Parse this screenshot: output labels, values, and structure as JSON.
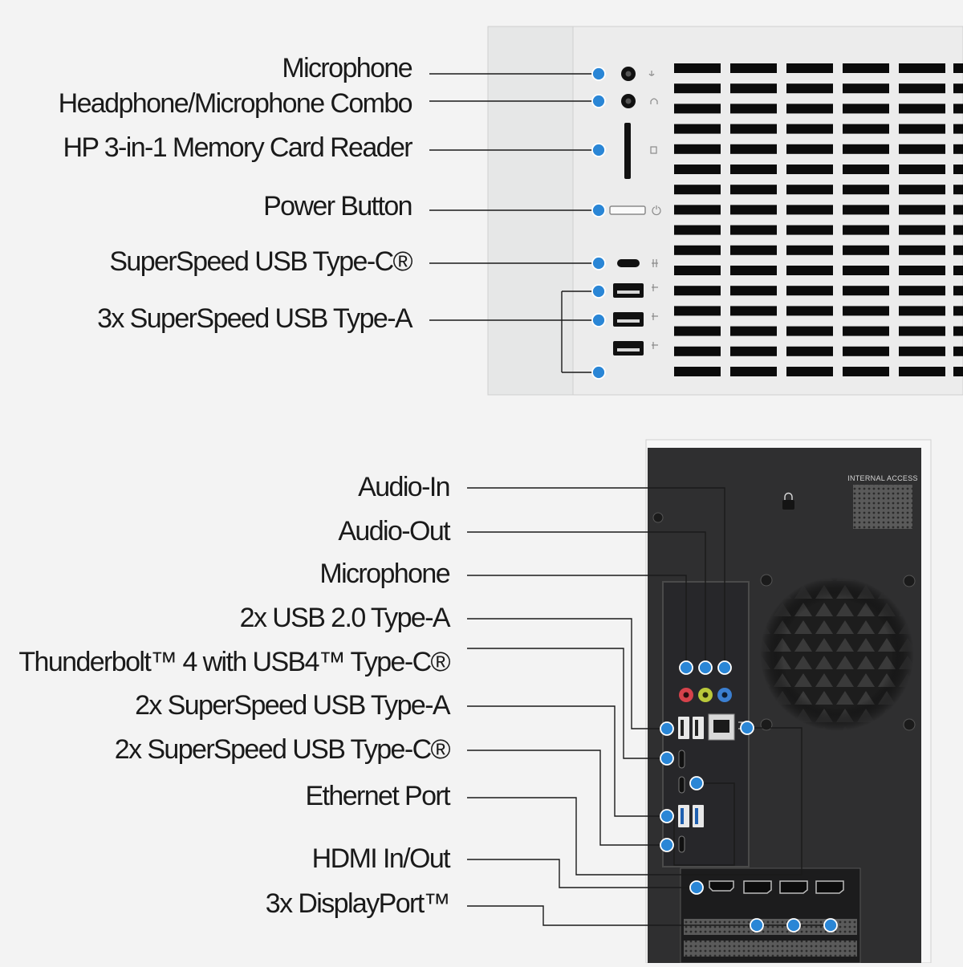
{
  "front_panel": {
    "labels": [
      "Microphone",
      "Headphone/Microphone Combo",
      "HP 3-in-1 Memory Card Reader",
      "Power Button",
      "SuperSpeed USB Type-C®",
      "3x SuperSpeed USB Type-A"
    ]
  },
  "rear_panel": {
    "internal_access": "INTERNAL ACCESS",
    "labels": [
      "Audio-In",
      "Audio-Out",
      "Microphone",
      "2x USB 2.0 Type-A",
      "Thunderbolt™ 4 with USB4™ Type-C®",
      "2x SuperSpeed USB Type-A",
      "2x SuperSpeed USB Type-C®",
      "Ethernet Port",
      "HDMI In/Out",
      "3x DisplayPort™"
    ]
  },
  "colors": {
    "background": "#f3f3f3",
    "front_chassis": "#e9eaea",
    "rear_chassis": "#2f2f30",
    "callout_dot": "#2a86d6",
    "callout_line": "#1a1a1a",
    "audio_in_port": "#3b7fd1",
    "audio_out_port": "#b9c93a",
    "mic_port": "#d6424b"
  },
  "icons": [
    "lock-icon",
    "usb-icon",
    "power-icon",
    "headphone-icon",
    "microphone-icon",
    "sd-card-icon",
    "ethernet-icon"
  ]
}
